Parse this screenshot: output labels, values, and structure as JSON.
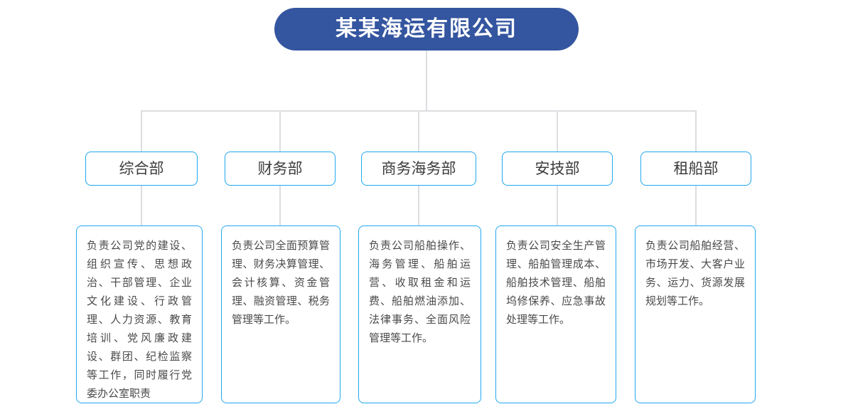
{
  "chart": {
    "type": "org-chart",
    "title": "某某海运有限公司",
    "accent_color": "#34559f",
    "box_border_color": "#20a8ef",
    "connector_color": "#dcdde1",
    "departments": [
      {
        "name": "综合部",
        "description": "负责公司党的建设、组织宣传、思想政治、干部管理、企业文化建设、行政管理、人力资源、教育培训、党风廉政建设、群团、纪检监察等工作，同时履行党委办公室职责"
      },
      {
        "name": "财务部",
        "description": "负责公司全面预算管理、财务决算管理、会计核算、资金管理、融资管理、税务管理等工作。"
      },
      {
        "name": "商务海务部",
        "description": "负责公司船舶操作、海务管理、船舶运营、收取租金和运费、船舶燃油添加、法律事务、全面风险管理等工作。"
      },
      {
        "name": "安技部",
        "description": "负责公司安全生产管理、船舶管理成本、船舶技术管理、船舶坞修保养、应急事故处理等工作。"
      },
      {
        "name": "租船部",
        "description": "负责公司船舶经营、市场开发、大客户业务、运力、货源发展规划等工作。"
      }
    ]
  }
}
